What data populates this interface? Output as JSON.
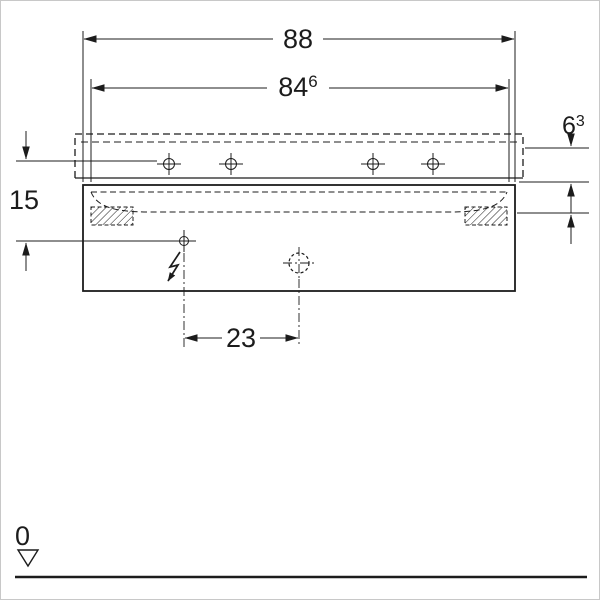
{
  "drawing": {
    "dimensions": {
      "overall_width": "88",
      "inner_width_main": "84",
      "inner_width_sup": "6",
      "overhang_main": "6",
      "overhang_sup": "3",
      "left_height": "15",
      "hole_spacing": "23",
      "datum_level": "0"
    },
    "colors": {
      "line": "#1c1c1c",
      "background": "#ffffff"
    },
    "symbols": {
      "electrical": "lightning-arrow",
      "datum": "inverted-open-triangle",
      "drill_hole": "crosshair-circle",
      "drain_hole": "dashed-circle-crosshair"
    }
  }
}
